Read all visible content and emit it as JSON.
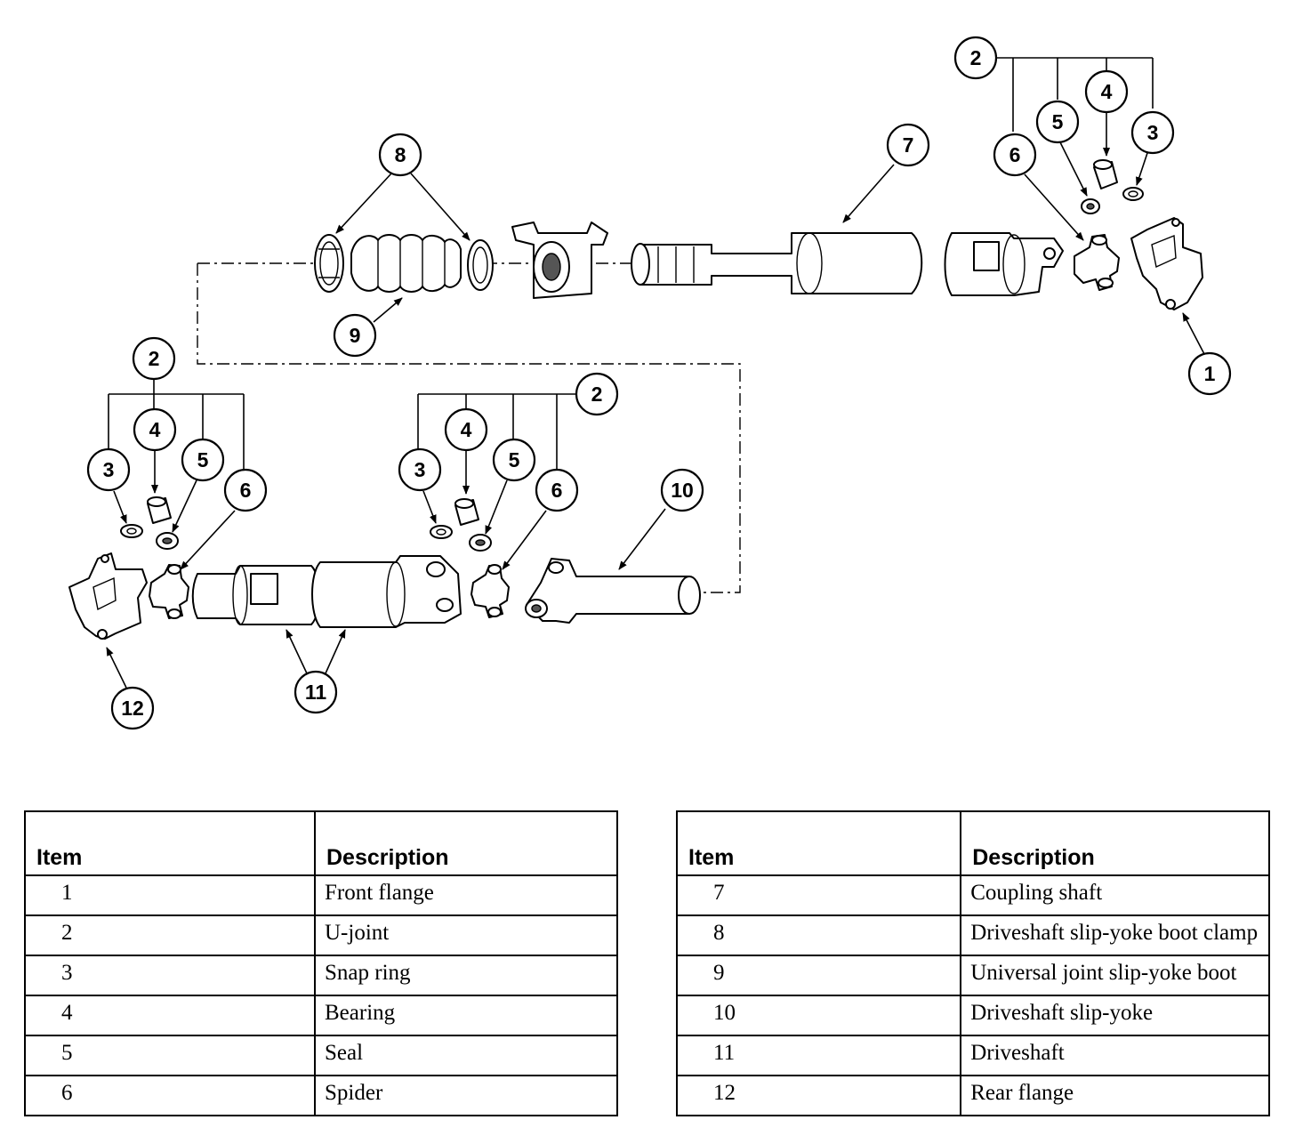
{
  "callouts": {
    "c1": "1",
    "c2a": "2",
    "c2b": "2",
    "c2c": "2",
    "c3a": "3",
    "c3b": "3",
    "c3c": "3",
    "c4a": "4",
    "c4b": "4",
    "c4c": "4",
    "c5a": "5",
    "c5b": "5",
    "c5c": "5",
    "c6a": "6",
    "c6b": "6",
    "c6c": "6",
    "c7": "7",
    "c8": "8",
    "c9": "9",
    "c10": "10",
    "c11": "11",
    "c12": "12"
  },
  "legend_left": {
    "header_item": "Item",
    "header_description": "Description",
    "rows": [
      {
        "item": "1",
        "description": "Front flange"
      },
      {
        "item": "2",
        "description": "U-joint"
      },
      {
        "item": "3",
        "description": "Snap ring"
      },
      {
        "item": "4",
        "description": "Bearing"
      },
      {
        "item": "5",
        "description": "Seal"
      },
      {
        "item": "6",
        "description": "Spider"
      }
    ]
  },
  "legend_right": {
    "header_item": "Item",
    "header_description": "Description",
    "rows": [
      {
        "item": "7",
        "description": "Coupling shaft"
      },
      {
        "item": "8",
        "description": "Driveshaft slip-yoke boot clamp"
      },
      {
        "item": "9",
        "description": "Universal joint slip-yoke boot"
      },
      {
        "item": "10",
        "description": "Driveshaft slip-yoke"
      },
      {
        "item": "11",
        "description": "Driveshaft"
      },
      {
        "item": "12",
        "description": "Rear flange"
      }
    ]
  }
}
